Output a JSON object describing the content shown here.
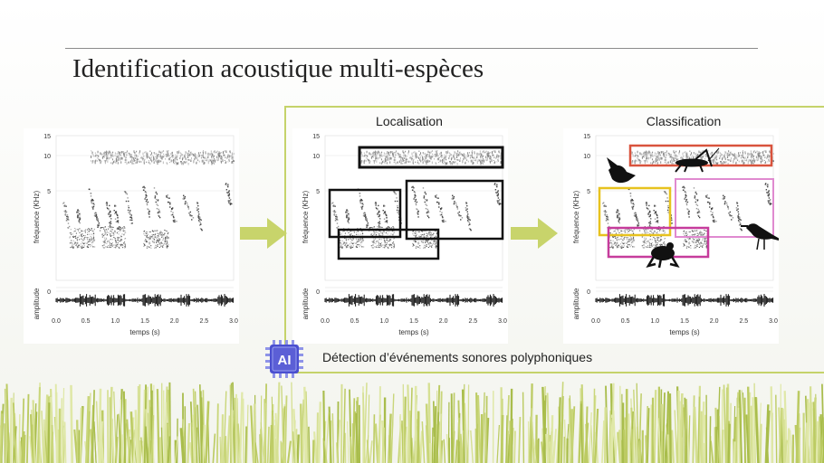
{
  "slide": {
    "title": "Identification acoustique multi-espèces",
    "caption": "Détection  d’événements sonores polyphoniques",
    "ai_badge": "AI"
  },
  "columns": [
    {
      "title": ""
    },
    {
      "title": "Localisation"
    },
    {
      "title": "Classification"
    }
  ],
  "spectrogram": {
    "y_ticks": [
      "15",
      "10",
      "5",
      "0"
    ],
    "x_ticks": [
      "0.0",
      "0.5",
      "1.0",
      "1.5",
      "2.0",
      "2.5",
      "3.0"
    ],
    "ylabel_freq": "fréquence (KHz)",
    "ylabel_amp": "amplitude",
    "xlabel": "temps (s)"
  },
  "colors": {
    "accent_green": "#c5d36a",
    "box_black": "#111111",
    "box_red": "#d9533d",
    "box_yellow": "#e7c21f",
    "box_pink": "#e08ad0",
    "box_magenta": "#c63c9c",
    "chip": "#5b5fd6"
  },
  "icons": [
    "bird-icon",
    "grasshopper-icon",
    "frog-icon",
    "crow-icon",
    "ai-chip-icon",
    "arrow-right-icon"
  ]
}
